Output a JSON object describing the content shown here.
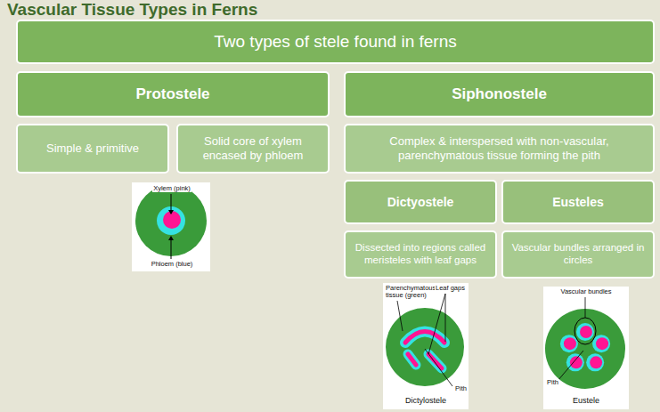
{
  "diagram": {
    "title": "Vascular Tissue Types in Ferns",
    "nodes": [
      {
        "text": [
          "Two types of stele found in ferns"
        ]
      },
      {
        "text": [
          "Protostele"
        ]
      },
      {
        "text": [
          "Siphonostele"
        ]
      },
      {
        "text": [
          "Simple & primitive"
        ]
      },
      {
        "text": [
          "Solid core of xylem encased by phloem"
        ]
      },
      {
        "text": [
          "Complex & interspersed with non-vascular, parenchymatous tissue forming the pith"
        ]
      },
      {
        "text": [
          "Dictyostele"
        ]
      },
      {
        "text": [
          "Eusteles"
        ]
      },
      {
        "text": [
          "Dissected into regions called meristeles with leaf gaps"
        ]
      },
      {
        "text": [
          "Vascular bundles arranged in circles"
        ]
      }
    ],
    "labels": [
      "Xylem (pink)",
      "Phloem (blue)",
      "Parenchymatous tissue (green)",
      "Leaf gaps",
      "Pith",
      "Dictylostele",
      "Vascular bundles",
      "Pith",
      "Eustele"
    ]
  }
}
